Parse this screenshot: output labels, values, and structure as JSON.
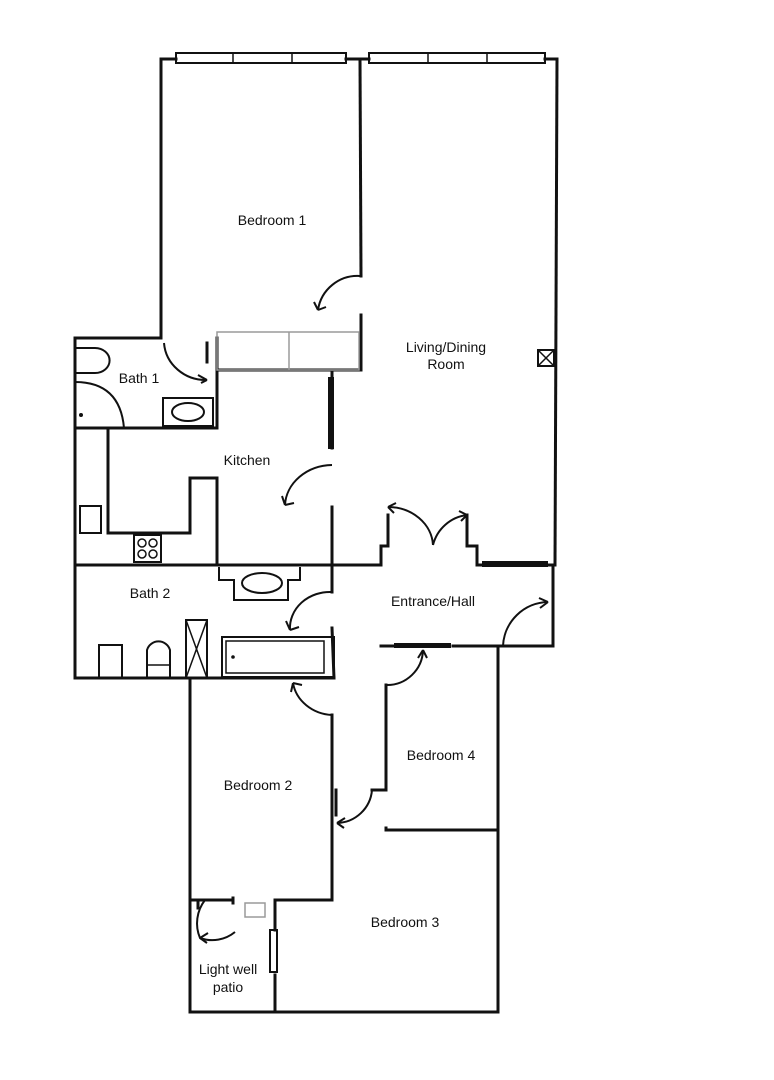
{
  "rooms": {
    "bedroom1": "Bedroom 1",
    "living_line1": "Living/Dining",
    "living_line2": "Room",
    "bath1": "Bath 1",
    "kitchen": "Kitchen",
    "bath2": "Bath 2",
    "entrance": "Entrance/Hall",
    "bedroom4": "Bedroom 4",
    "bedroom2": "Bedroom 2",
    "bedroom3": "Bedroom 3",
    "lightwell_line1": "Light well",
    "lightwell_line2": "patio"
  }
}
